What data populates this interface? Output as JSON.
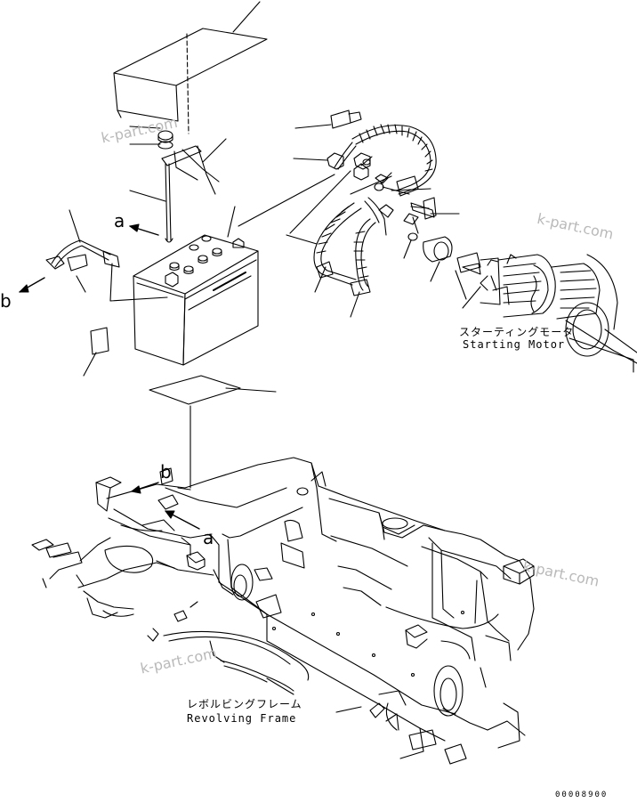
{
  "labels": {
    "starting_motor_jp": "スターティングモータ",
    "starting_motor_en": "Starting Motor",
    "revolving_frame_jp": "レボルビングフレーム",
    "revolving_frame_en": "Revolving Frame",
    "view_a": "a",
    "view_b": "b",
    "view_a2": "a",
    "view_b2": "b"
  },
  "watermarks": [
    "k-part.com",
    "k-part.com",
    "k-part.com",
    "k-part.com"
  ],
  "drawing_code": "00008900"
}
